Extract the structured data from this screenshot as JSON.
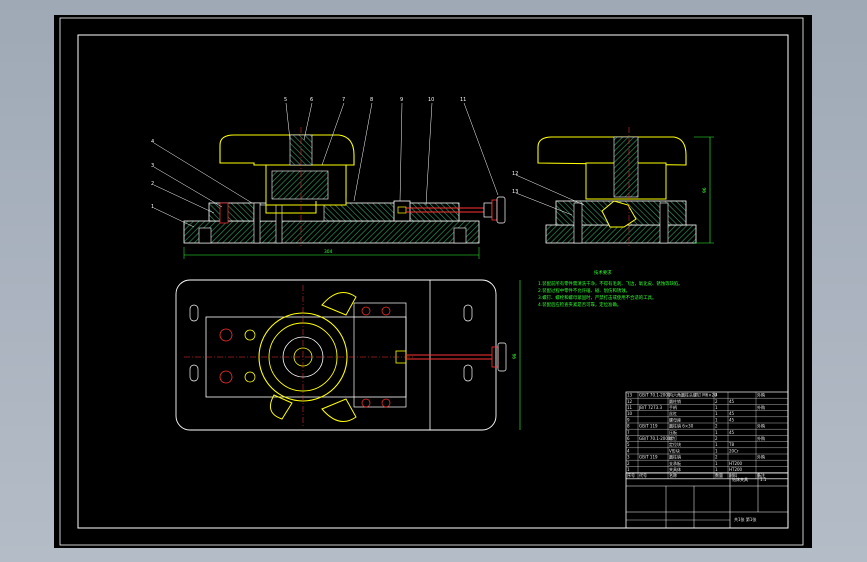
{
  "colors": {
    "background": "#000000",
    "part_outline": "#ffffff",
    "handle": "#ffff00",
    "hatch": "#2e8b57",
    "centerline": "#ff3333",
    "cyan": "#00e5ff",
    "note": "#33ff33",
    "dimension": "#33ff33"
  },
  "front_view": {
    "balloons": [
      "1",
      "2",
      "3",
      "4",
      "5",
      "6",
      "7",
      "8",
      "9",
      "10",
      "11"
    ],
    "overall_dimension": "304"
  },
  "side_view": {
    "balloons": [
      "12",
      "13"
    ],
    "height_dimension": "96"
  },
  "plan_view": {
    "width_dimension": "98"
  },
  "notes": {
    "title": "技术要求",
    "lines": [
      "1.装配前所有零件需清洗干净，不得有毛刺、飞边，氧化皮、锈蚀等缺陷。",
      "2.装配过程中零件不允许磕、碰、划伤和锈蚀。",
      "3.螺钉、螺栓和螺母紧固时，严禁打击或使用不合适的工具。",
      "4.装配后应检查夹紧是否可靠，定位准确。"
    ]
  },
  "bom": {
    "headers": [
      "序号",
      "代号",
      "名称",
      "数量",
      "材料",
      "备注"
    ],
    "rows": [
      [
        "13",
        "GB/T 70.1-2000",
        "内六角圆柱头螺钉 M6×20",
        "4",
        "",
        "外购"
      ],
      [
        "12",
        "",
        "圆柱销",
        "2",
        "45",
        ""
      ],
      [
        "11",
        "JB/T 7273.3",
        "手柄",
        "1",
        "",
        "外购"
      ],
      [
        "10",
        "",
        "丝杠",
        "1",
        "45",
        ""
      ],
      [
        "9",
        "",
        "螺母座",
        "1",
        "45",
        ""
      ],
      [
        "8",
        "GB/T 119",
        "圆柱销 6×30",
        "2",
        "",
        "外购"
      ],
      [
        "7",
        "",
        "压板",
        "1",
        "45",
        ""
      ],
      [
        "6",
        "GB/T 70.1-2000",
        "螺钉",
        "2",
        "",
        "外购"
      ],
      [
        "5",
        "",
        "定位块",
        "1",
        "T8",
        ""
      ],
      [
        "4",
        "",
        "V形块",
        "1",
        "20Cr",
        ""
      ],
      [
        "3",
        "GB/T 119",
        "圆柱销",
        "2",
        "",
        "外购"
      ],
      [
        "2",
        "",
        "支承板",
        "1",
        "HT200",
        ""
      ],
      [
        "1",
        "",
        "夹具体",
        "1",
        "HT200",
        ""
      ]
    ],
    "title_block": {
      "drawing_name": "钻床夹具",
      "scale": "1:1",
      "sheet": "共1张 第1张"
    }
  }
}
